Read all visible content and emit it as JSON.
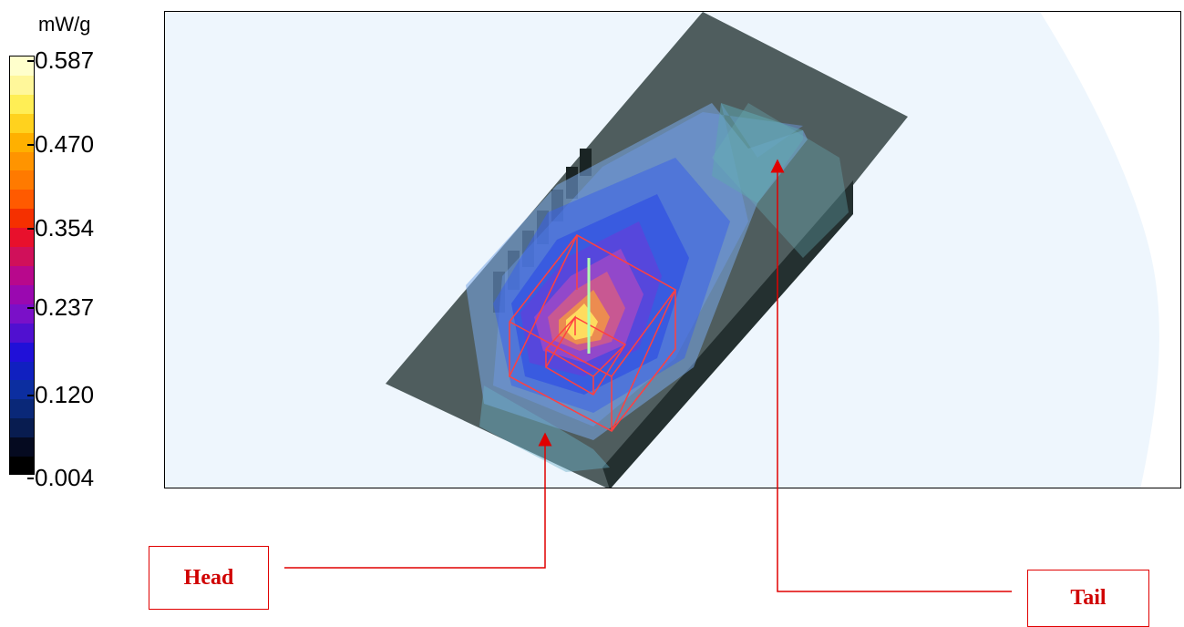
{
  "legend": {
    "unit": "mW/g",
    "ticks": [
      "0.587",
      "0.470",
      "0.354",
      "0.237",
      "0.120",
      "0.004"
    ],
    "colors_top_to_bottom": [
      "#ffffcc",
      "#fff79a",
      "#ffee55",
      "#ffd21e",
      "#ffb000",
      "#ff9400",
      "#ff7a00",
      "#ff5a00",
      "#f53000",
      "#e8102c",
      "#d0105a",
      "#b8088c",
      "#9a08b0",
      "#7a10c8",
      "#5010d0",
      "#2010d8",
      "#1020c0",
      "#0c2ea0",
      "#0a2878",
      "#081c50",
      "#050a20",
      "#000000"
    ]
  },
  "annotations": {
    "head": "Head",
    "tail": "Tail"
  },
  "colors": {
    "annotation": "#e00000",
    "background_wash": "#eef6fd",
    "phantom_gray": "#3d4c4c"
  }
}
